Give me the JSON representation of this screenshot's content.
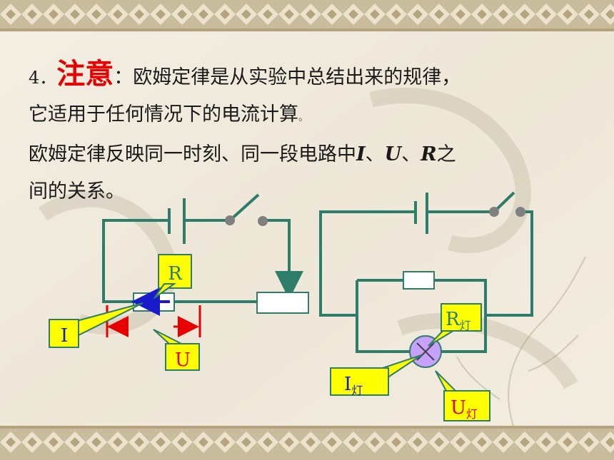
{
  "text": {
    "number": "4．",
    "note": "注意",
    "colon": "：",
    "line1_rest": "欧姆定律是从实验中总结出来的规律，",
    "line2": "它适用于任何情况下的电流计算",
    "line2_end": "。",
    "line3_a": "欧姆定律反映同一时刻、同一段电路中",
    "var_i": "I",
    "sep1": "、",
    "var_u": "U",
    "sep2": "、",
    "var_r": "R",
    "line3_b": "之",
    "line4": "间的关系。"
  },
  "labels": {
    "left_r": "R",
    "left_i": "I",
    "left_u": "U",
    "right_r": "R",
    "right_r_sub": "灯",
    "right_i": "I",
    "right_i_sub": "灯",
    "right_u": "U",
    "right_u_sub": "灯"
  },
  "colors": {
    "wire": "#2e7d6b",
    "arrow_red": "#e60000",
    "callout_fill": "#ffff00",
    "label_blue": "#1a1acc",
    "label_red": "#e60000",
    "lamp_fill": "#c8a0ff",
    "resistor_fill": "#ffffff",
    "text_note": "#e60000"
  }
}
